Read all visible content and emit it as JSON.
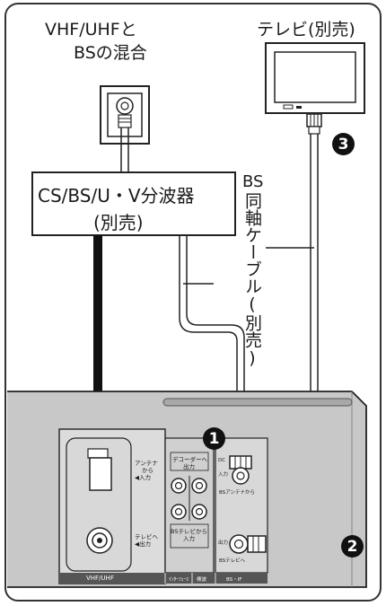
{
  "labels": {
    "antenna_source_line1": "VHF/UHFと",
    "antenna_source_line2": "BSの混合",
    "tv": "テレビ(別売)",
    "splitter_line1": "CS/BS/U・V分波器",
    "splitter_line2": "(別売)",
    "cable_bs": "BS",
    "cable_rest": "同軸ケーブル(別売)"
  },
  "badges": {
    "one": "1",
    "two": "2",
    "three": "3"
  },
  "device": {
    "antenna_in_line1": "アンテナ",
    "antenna_in_line2": "から",
    "antenna_in_line3": "◀入力",
    "tv_out_line1": "テレビへ",
    "tv_out_line2": "◀出力",
    "vhf_uhf": "VHF/UHF",
    "decoder_line1": "デコーダーへ",
    "decoder_line2": "出力",
    "bs_tv_in_line1": "BSテレビから",
    "bs_tv_in_line2": "入力",
    "bottom_left": "ｲﾝﾀｰﾌｪｰｽ",
    "bottom_mid": "検波",
    "bs_if": "BS・IF",
    "dc_in": "DC",
    "in_label": "入力",
    "bs_antenna_from": "BSアンテナから",
    "out_label": "出力",
    "bs_tv_to": "BSテレビへ"
  },
  "colors": {
    "panel": "#c8c8c8",
    "panel_dark": "#a8a8a8",
    "cable_black": "#111111",
    "frame": "#333333"
  }
}
